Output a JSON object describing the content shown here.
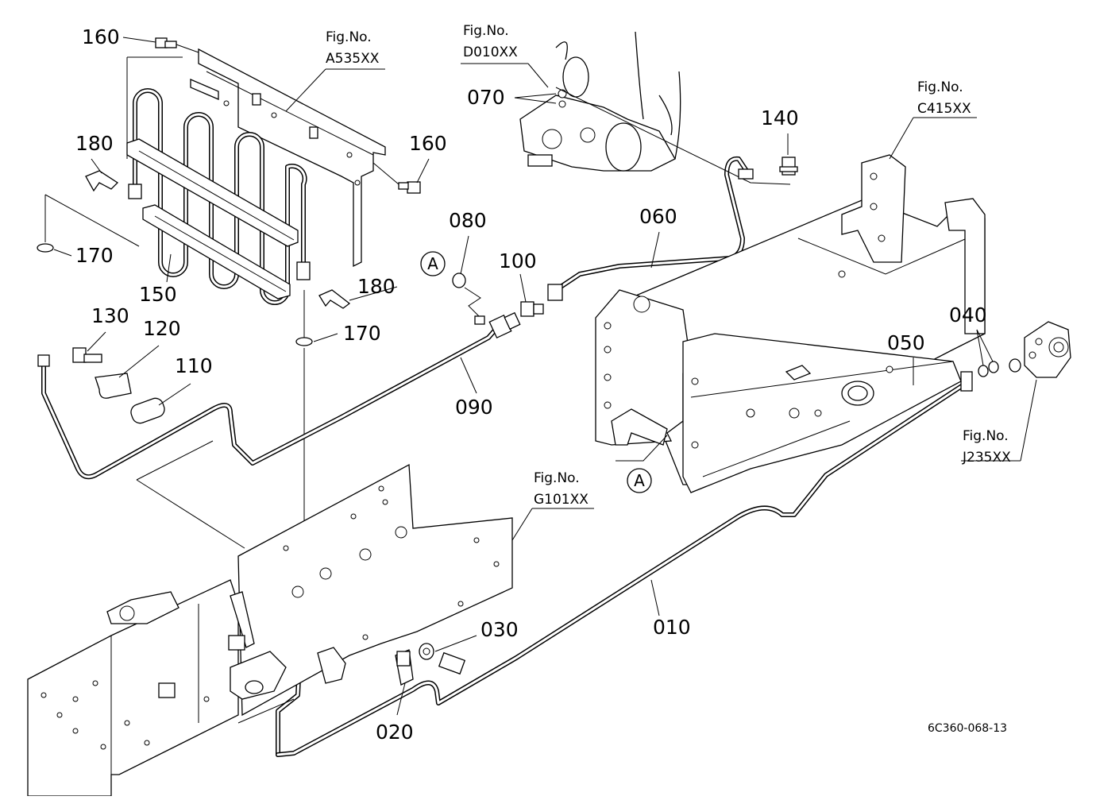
{
  "parts": {
    "p010": "010",
    "p020": "020",
    "p030": "030",
    "p040": "040",
    "p050": "050",
    "p060": "060",
    "p070": "070",
    "p080": "080",
    "p090": "090",
    "p100": "100",
    "p110": "110",
    "p120": "120",
    "p130": "130",
    "p140": "140",
    "p150": "150",
    "p160a": "160",
    "p160b": "160",
    "p170a": "170",
    "p170b": "170",
    "p180a": "180",
    "p180b": "180"
  },
  "figure_refs": {
    "fig_label": "Fig.No.",
    "a535": "A535XX",
    "d010": "D010XX",
    "c415": "C415XX",
    "g101": "G101XX",
    "j235": "J235XX"
  },
  "connector_marker": "A",
  "drawing_code": "6C360-068-13"
}
